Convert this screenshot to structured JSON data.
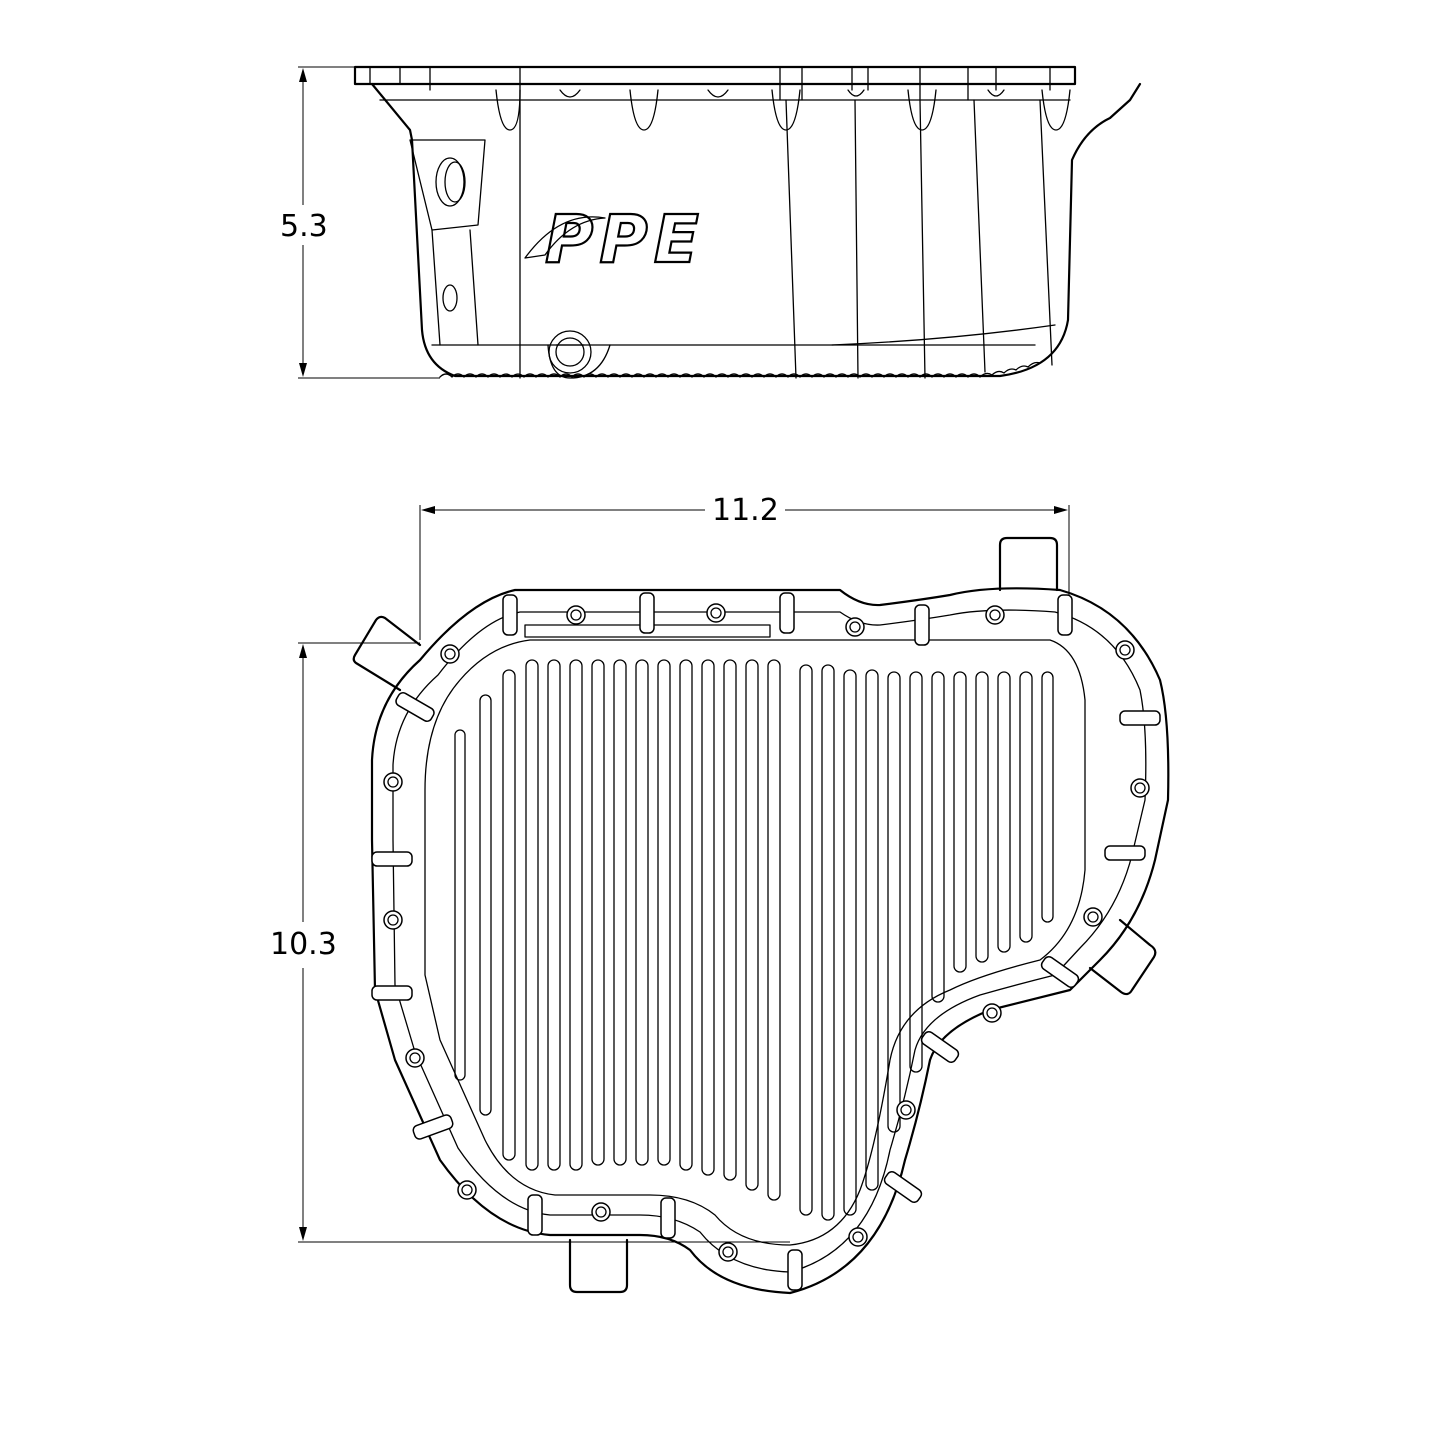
{
  "drawing": {
    "subject": "Oil pan technical drawing",
    "colors": {
      "line": "#000000",
      "background": "#ffffff"
    },
    "side_view": {
      "logo_text": "PPE",
      "dimensions": {
        "height": "5.3"
      }
    },
    "bottom_view": {
      "dimensions": {
        "width": "11.2",
        "height": "10.3"
      }
    }
  }
}
